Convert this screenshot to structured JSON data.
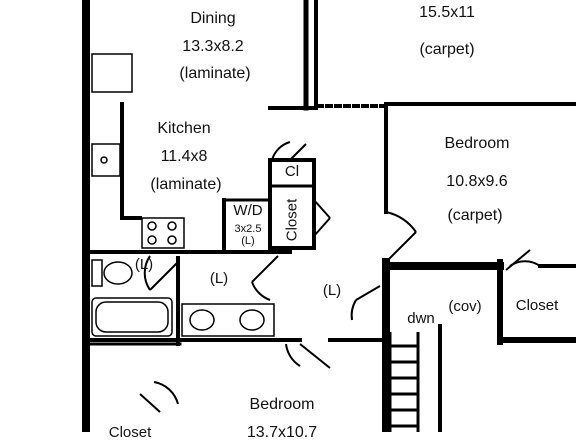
{
  "rooms": {
    "dining": {
      "name": "Dining",
      "size": "13.3x8.2",
      "floor": "(laminate)"
    },
    "living": {
      "size": "15.5x11",
      "floor": "(carpet)"
    },
    "kitchen": {
      "name": "Kitchen",
      "size": "11.4x8",
      "floor": "(laminate)"
    },
    "bedroom_ne": {
      "name": "Bedroom",
      "size": "10.8x9.6",
      "floor": "(carpet)"
    },
    "cl": {
      "name": "Cl"
    },
    "closet_vert": {
      "name": "Closet"
    },
    "wd": {
      "name": "W/D",
      "size": "3x2.5",
      "floor": "(L)"
    },
    "bath_floor": {
      "floor": "(L)"
    },
    "hall_floor": {
      "floor": "(L)"
    },
    "hall2_floor": {
      "floor": "(L)"
    },
    "stairs": {
      "label": "dwn"
    },
    "landing": {
      "floor": "(cov)"
    },
    "closet_e": {
      "name": "Closet"
    },
    "bedroom_s": {
      "name": "Bedroom",
      "size": "13.7x10.7"
    },
    "closet_sw": {
      "name": "Closet"
    }
  }
}
